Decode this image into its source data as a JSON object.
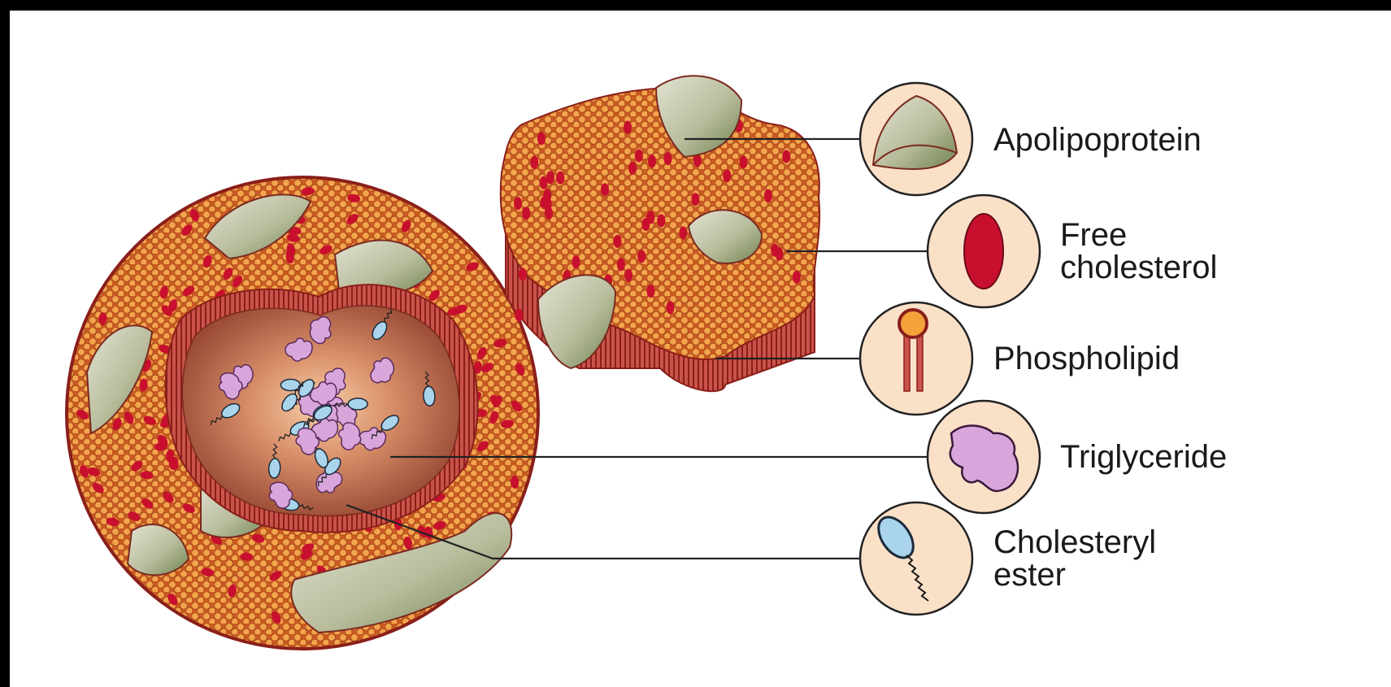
{
  "diagram": {
    "colors": {
      "shell": "#d9702c",
      "bead": "#f0a24a",
      "bead_outline": "#b85a1f",
      "cholesterol": "#c8102e",
      "apo_dark": "#7f9160",
      "apo_light": "#d7d8c6",
      "core": "#b86a50",
      "core_glow": "#f4c3a0",
      "triglyceride": "#d9a6dc",
      "ester": "#a9d4ec",
      "legend_circle": "#fbe0c8",
      "outline": "#8a1f1a"
    },
    "legend": [
      {
        "key": "apolipoprotein",
        "icon": "apolipoprotein-icon",
        "label": "Apolipoprotein"
      },
      {
        "key": "free_cholesterol",
        "icon": "free-cholesterol-icon",
        "label": "Free\ncholesterol"
      },
      {
        "key": "phospholipid",
        "icon": "phospholipid-icon",
        "label": "Phospholipid"
      },
      {
        "key": "triglyceride",
        "icon": "triglyceride-icon",
        "label": "Triglyceride"
      },
      {
        "key": "cholesteryl_ester",
        "icon": "cholesteryl-ester-icon",
        "label": "Cholesteryl\nester"
      }
    ]
  }
}
